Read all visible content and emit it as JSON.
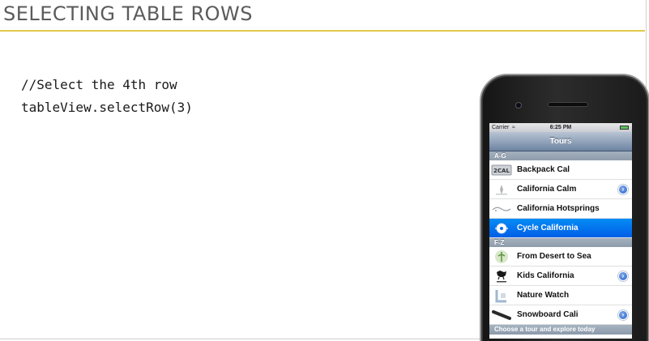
{
  "slide": {
    "title": "SELECTING TABLE ROWS",
    "code_lines": [
      "//Select the 4th row",
      "tableView.selectRow(3)"
    ]
  },
  "phone": {
    "status": {
      "carrier": "Carrier",
      "time": "6:25 PM"
    },
    "nav_title": "Tours",
    "sections": [
      {
        "header": "A-G",
        "rows": [
          {
            "label": "Backpack Cal",
            "thumb": "backpack-logo-icon",
            "disclosure": false,
            "selected": false
          },
          {
            "label": "California Calm",
            "thumb": "calm-logo-icon",
            "disclosure": true,
            "selected": false
          },
          {
            "label": "California Hotsprings",
            "thumb": "hotsprings-logo-icon",
            "disclosure": false,
            "selected": false
          },
          {
            "label": "Cycle California",
            "thumb": "cycle-logo-icon",
            "disclosure": false,
            "selected": true
          }
        ]
      },
      {
        "header": "F-Z",
        "rows": [
          {
            "label": "From Desert to Sea",
            "thumb": "desert-logo-icon",
            "disclosure": false,
            "selected": false
          },
          {
            "label": "Kids California",
            "thumb": "kids-logo-icon",
            "disclosure": true,
            "selected": false
          },
          {
            "label": "Nature Watch",
            "thumb": "nature-logo-icon",
            "disclosure": false,
            "selected": false
          },
          {
            "label": "Snowboard Cali",
            "thumb": "snowboard-logo-icon",
            "disclosure": true,
            "selected": false
          }
        ]
      }
    ],
    "footer_text": "Choose a tour and explore today"
  },
  "colors": {
    "title_rule": "#e3c84a",
    "selection": "#0271ee",
    "navbar": "#6d84a2"
  }
}
